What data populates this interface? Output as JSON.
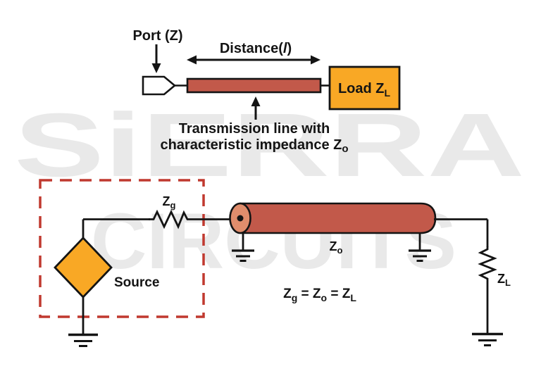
{
  "colors": {
    "background": "#ffffff",
    "ink": "#141414",
    "transmission_line_red": "#c2594a",
    "transmission_line_face": "#e08d6c",
    "accent_orange": "#f9a825",
    "dashed_outline_red": "#c0392f",
    "watermark_gray": "#e9e9e9",
    "port_fill": "#ffffff"
  },
  "watermark": {
    "line1": "SiERRA",
    "line2": "CIRCUITS"
  },
  "top_diagram": {
    "port_label": "Port (Z)",
    "distance_label": {
      "pre": "Distance(",
      "symbol": "l",
      "post": ")"
    },
    "load_label": {
      "main": "Load Z",
      "sub": "L"
    },
    "caption_line1": "Transmission line with",
    "caption_line2": {
      "main": "characteristic impedance Z",
      "sub": "o"
    }
  },
  "circuit": {
    "source_label": "Source",
    "generator_impedance": {
      "main": "Z",
      "sub": "g"
    },
    "characteristic_impedance": {
      "main": "Z",
      "sub": "o"
    },
    "load_impedance": {
      "main": "Z",
      "sub": "L"
    },
    "equation": {
      "t1": "Z",
      "s1": "g",
      "t2": " = Z",
      "s2": "o",
      "t3": " = Z",
      "s3": "L"
    }
  }
}
